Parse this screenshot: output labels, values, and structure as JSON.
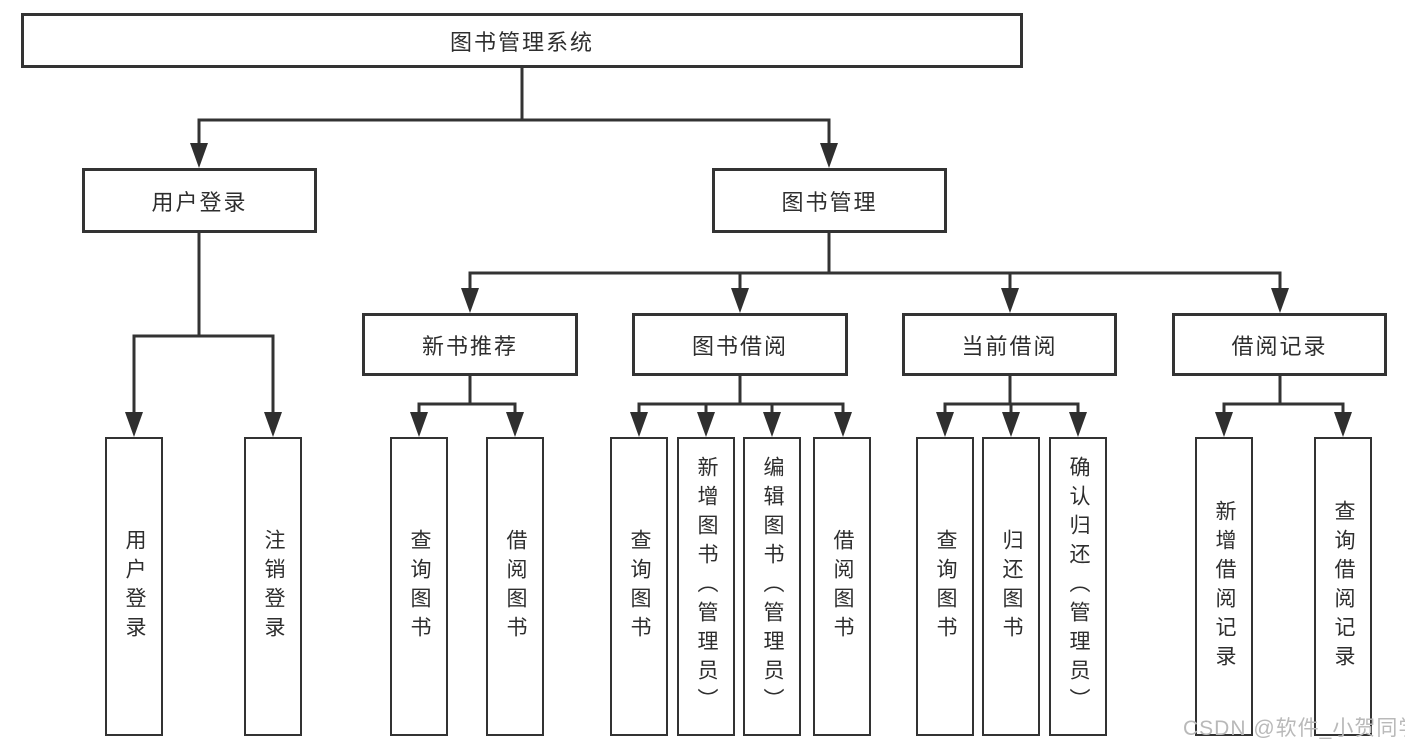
{
  "diagram": {
    "root": "图书管理系统",
    "login_branch": {
      "label": "用户登录",
      "children": [
        "用户登录",
        "注销登录"
      ]
    },
    "management_branch": {
      "label": "图书管理",
      "sections": [
        {
          "label": "新书推荐",
          "children": [
            "查询图书",
            "借阅图书"
          ]
        },
        {
          "label": "图书借阅",
          "children": [
            "查询图书",
            "新增图书（管理员）",
            "编辑图书（管理员）",
            "借阅图书"
          ]
        },
        {
          "label": "当前借阅",
          "children": [
            "查询图书",
            "归还图书",
            "确认归还（管理员）"
          ]
        },
        {
          "label": "借阅记录",
          "children": [
            "新增借阅记录",
            "查询借阅记录"
          ]
        }
      ]
    }
  },
  "watermark": "CSDN @软件_小贺同学",
  "colors": {
    "line": "#333333",
    "arrow": "#2f2f2f",
    "box_border": "#333333",
    "text": "#2e2e2e",
    "watermark": "#b9b9b9",
    "background": "#ffffff"
  }
}
